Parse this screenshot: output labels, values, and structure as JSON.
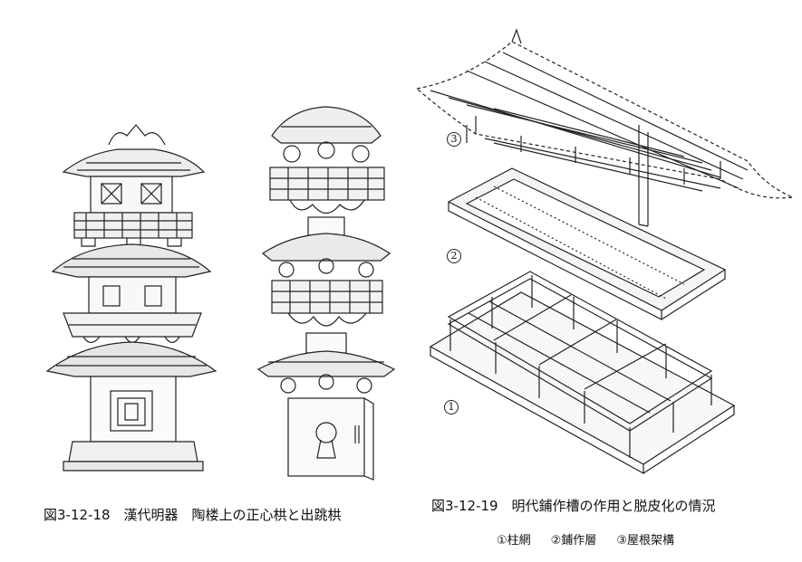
{
  "left_figure": {
    "caption": "図3-12-18　漢代明器　陶楼上の正心栱と出跳栱"
  },
  "right_figure": {
    "caption": "図3-12-19　明代鋪作槽の作用と脱皮化の情況",
    "layer_markers": [
      "3",
      "2",
      "1"
    ],
    "legend": [
      "①柱網",
      "②鋪作層",
      "③屋根架構"
    ]
  }
}
